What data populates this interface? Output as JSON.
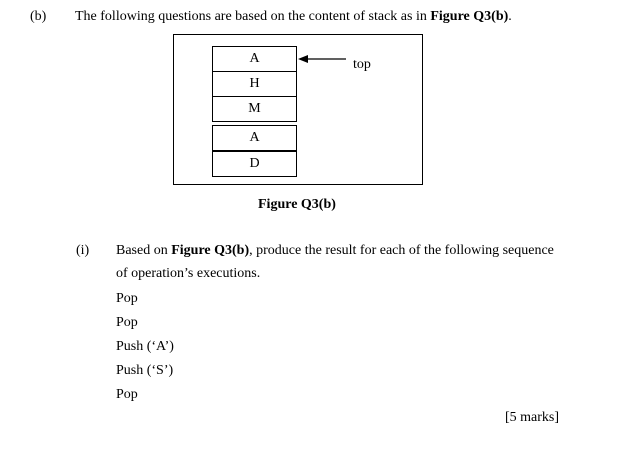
{
  "question": {
    "part_label": "(b)",
    "text_prefix": "The following questions are based on the content of stack as in ",
    "text_figure_ref": "Figure Q3(b)",
    "text_suffix": "."
  },
  "figure": {
    "stack_items": [
      "A",
      "H",
      "M",
      "A",
      "D"
    ],
    "top_label": "top",
    "caption": "Figure Q3(b)"
  },
  "subquestion": {
    "label": "(i)",
    "line1_prefix": "Based on ",
    "line1_figure_ref": "Figure Q3(b)",
    "line1_suffix": ", produce the result for each of the following sequence",
    "line2": "of operation’s executions.",
    "operations": [
      "Pop",
      "Pop",
      "Push (‘A’)",
      "Push (‘S’)",
      "Pop"
    ]
  },
  "marks": "[5 marks]"
}
